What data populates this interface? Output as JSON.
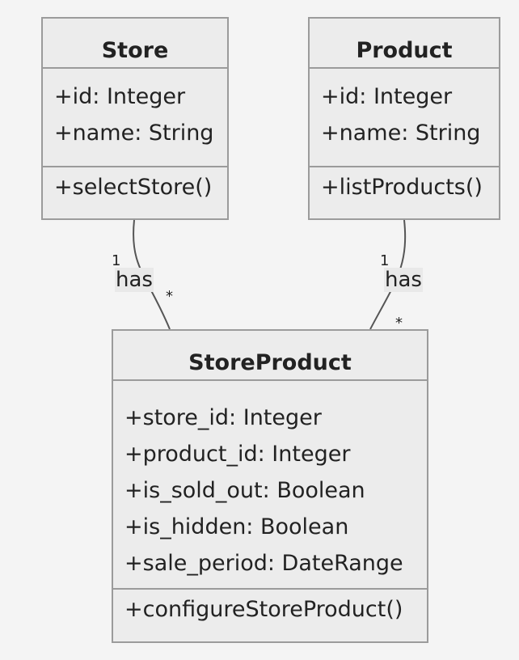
{
  "classes": {
    "store": {
      "name": "Store",
      "attributes": [
        "+id: Integer",
        "+name: String"
      ],
      "methods": [
        "+selectStore()"
      ]
    },
    "product": {
      "name": "Product",
      "attributes": [
        "+id: Integer",
        "+name: String"
      ],
      "methods": [
        "+listProducts()"
      ]
    },
    "storeproduct": {
      "name": "StoreProduct",
      "attributes": [
        "+store_id: Integer",
        "+product_id: Integer",
        "+is_sold_out: Boolean",
        "+is_hidden: Boolean",
        "+sale_period: DateRange"
      ],
      "methods": [
        "+configureStoreProduct()"
      ]
    }
  },
  "relations": [
    {
      "from": "Store",
      "to": "StoreProduct",
      "label": "has",
      "from_mult": "1",
      "to_mult": "*"
    },
    {
      "from": "Product",
      "to": "StoreProduct",
      "label": "has",
      "from_mult": "1",
      "to_mult": "*"
    }
  ],
  "colors": {
    "background": "#f4f4f4",
    "class_fill": "#ececec",
    "class_border": "#9b9b9b",
    "edge": "#555555"
  }
}
